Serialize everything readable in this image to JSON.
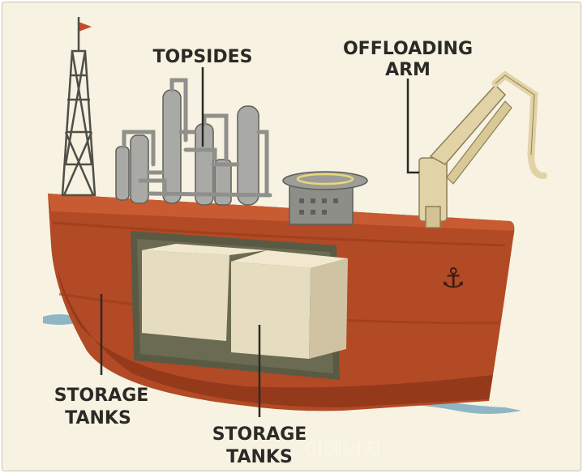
{
  "labels": {
    "topsides": "TOPSIDES",
    "offloading_arm_line1": "OFFLOADING",
    "offloading_arm_line2": "ARM",
    "storage_tanks_left_line1": "STORAGE",
    "storage_tanks_left_line2": "TANKS",
    "storage_tanks_bottom_line1": "STORAGE",
    "storage_tanks_bottom_line2": "TANKS"
  },
  "watermark": "이에너지",
  "icons": {
    "anchor": "⚓"
  },
  "colors": {
    "background": "#f7f2e1",
    "hull_main": "#b24a25",
    "hull_dark": "#8d3419",
    "hull_deck": "#c85b32",
    "tank_window": "#5a5a44",
    "tank_box": "#e6dcc0",
    "topsides_metal": "#a9aaa6",
    "arm": "#e2d3a6",
    "water": "#8eb6c4",
    "label_text": "#2c2a26"
  }
}
